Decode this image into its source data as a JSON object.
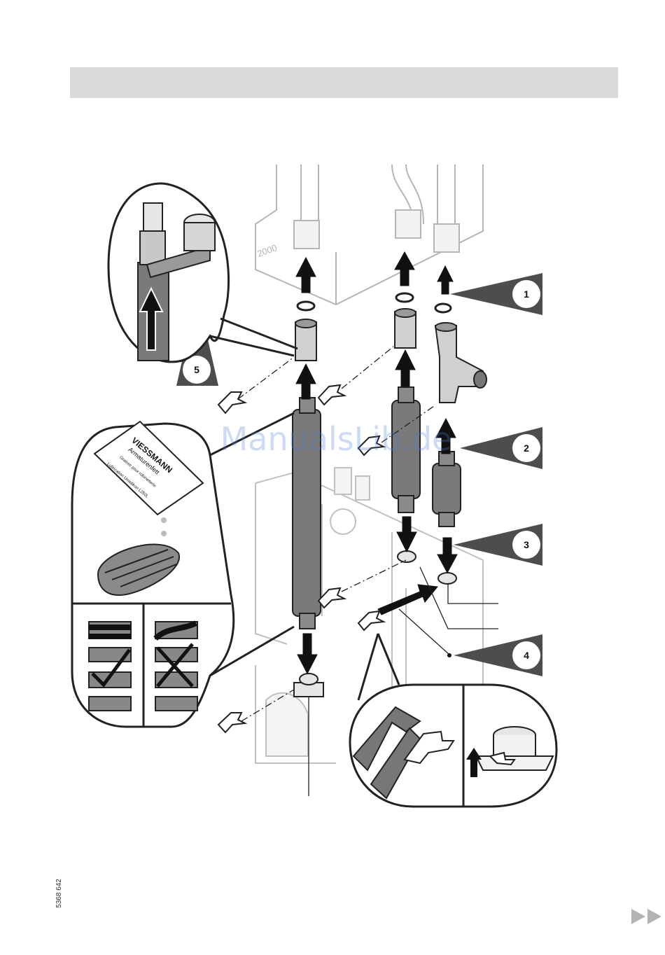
{
  "header": {
    "title": ""
  },
  "figure": {
    "logo_brand": "VIESSMANN",
    "grease_label_line1": "Armaturenfett",
    "grease_label_line2": "Graisse pour robinetterie",
    "grease_label_line3": "Lubrication Unisilikon L250L",
    "unit_marking": "2000",
    "callouts": [
      "1",
      "2",
      "3",
      "4",
      "5"
    ]
  },
  "footer": {
    "doc_number": "5368 642"
  },
  "watermark": {
    "text": "ManualsLib.de"
  },
  "navigation": {
    "next_icon": "double-right-arrow-icon"
  },
  "colors": {
    "header_bar": "#d9d9d9",
    "pipe_gray": "#7a7a7a",
    "line": "#1a1a1a",
    "callout_fill": "#4d4d4d"
  }
}
